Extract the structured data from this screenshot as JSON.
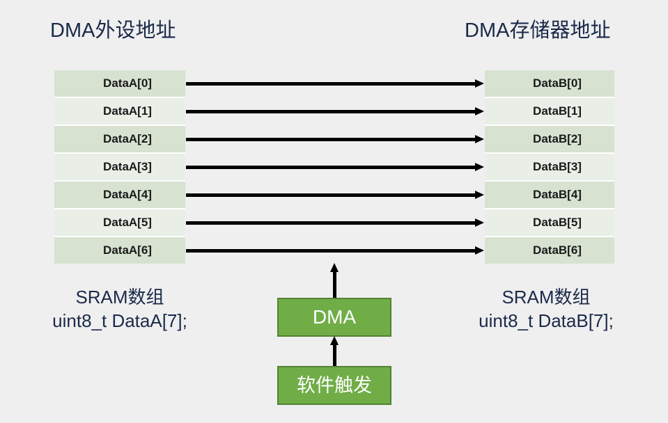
{
  "diagram": {
    "background_color": "#efefef",
    "accent_green": "#70ad47",
    "accent_green_border": "#548235",
    "row_color_even": "#d7e2d1",
    "row_color_odd": "#e9eee7",
    "arrow_color": "#000000"
  },
  "titles": {
    "left": "DMA外设地址",
    "right": "DMA存储器地址"
  },
  "source_table": {
    "name": "DataA",
    "cells": [
      "DataA[0]",
      "DataA[1]",
      "DataA[2]",
      "DataA[3]",
      "DataA[4]",
      "DataA[5]",
      "DataA[6]"
    ]
  },
  "dest_table": {
    "name": "DataB",
    "cells": [
      "DataB[0]",
      "DataB[1]",
      "DataB[2]",
      "DataB[3]",
      "DataB[4]",
      "DataB[5]",
      "DataB[6]"
    ]
  },
  "transfer_arrows": {
    "count": 7,
    "direction": "left-to-right",
    "label": ""
  },
  "process_boxes": {
    "dma": "DMA",
    "trigger": "软件触发"
  },
  "flow_arrows": {
    "dma_to_memory": "up",
    "trigger_to_dma": "up"
  },
  "captions": {
    "left": {
      "line1": "SRAM数组",
      "line2": "uint8_t DataA[7];"
    },
    "right": {
      "line1": "SRAM数组",
      "line2": "uint8_t DataB[7];"
    }
  }
}
